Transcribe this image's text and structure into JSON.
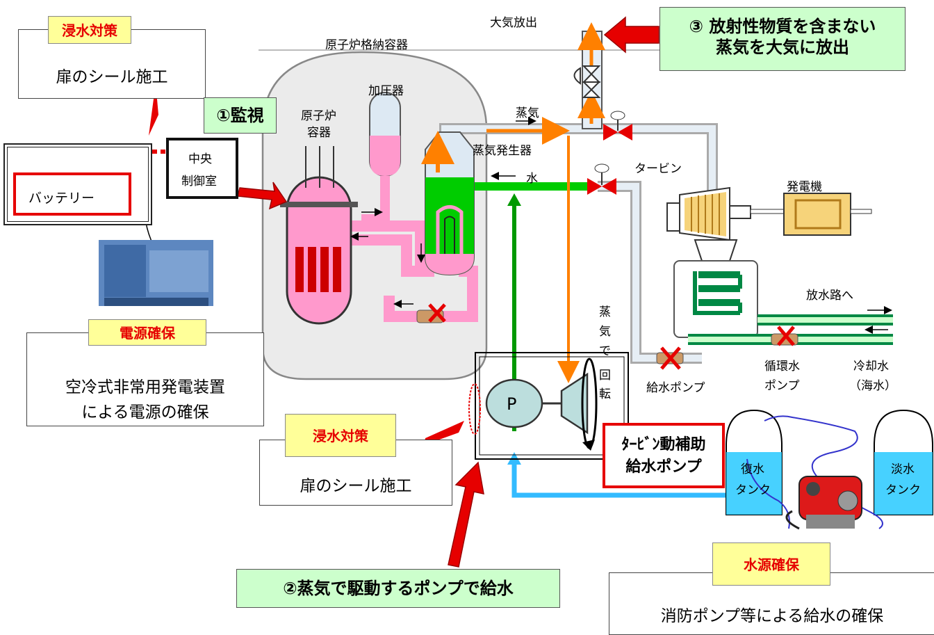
{
  "top_left_callout": {
    "tag": "浸水対策",
    "text": "扉のシール施工"
  },
  "power_callout": {
    "tag": "電源確保",
    "line1": "空冷式非常用発電装置",
    "line2": "による電源の確保"
  },
  "mid_callout": {
    "tag": "浸水対策",
    "text": "扉のシール施工"
  },
  "water_callout": {
    "tag": "水源確保",
    "text": "消防ポンプ等による給水の確保"
  },
  "banner_release": {
    "line1": "③ 放射性物質を含まない",
    "line2": "蒸気を大気に放出"
  },
  "banner_monitor": "①監視",
  "banner_feed": "②蒸気で駆動するポンプで給水",
  "aux_pump_box": {
    "line1": "ﾀｰﾋﾞﾝ動補助",
    "line2": "給水ポンプ"
  },
  "labels": {
    "atmosphere_release": "大気放出",
    "containment": "原子炉格納容器",
    "pressurizer": "加圧器",
    "reactor_vessel_1": "原子炉",
    "reactor_vessel_2": "容器",
    "control_room_1": "中央",
    "control_room_2": "制御室",
    "battery": "バッテリー",
    "steam": "蒸気",
    "steam_generator": "蒸気発生器",
    "water": "水",
    "turbine": "タービン",
    "generator": "発電機",
    "discharge": "放水路へ",
    "vertical_1": "蒸",
    "vertical_2": "気",
    "vertical_3": "で",
    "vertical_4": "回",
    "vertical_5": "転",
    "feed_pump": "給水ポンプ",
    "circ_pump_1": "循環水",
    "circ_pump_2": "ポンプ",
    "cooling_water_1": "冷却水",
    "cooling_water_2": "（海水）",
    "pump_p": "P",
    "condensate_tank_1": "復水",
    "condensate_tank_2": "タンク",
    "fresh_tank_1": "淡水",
    "fresh_tank_2": "タンク"
  },
  "colors": {
    "primary_loop": "#ff99cc",
    "secondary_water": "#00cc00",
    "steam_line": "#ff8000",
    "feed_line_dark_green": "#009900",
    "makeup_water": "#33bbff",
    "alert_red": "#e60000",
    "banner_green": "#ccffcc",
    "tag_yellow": "#ffff99"
  }
}
